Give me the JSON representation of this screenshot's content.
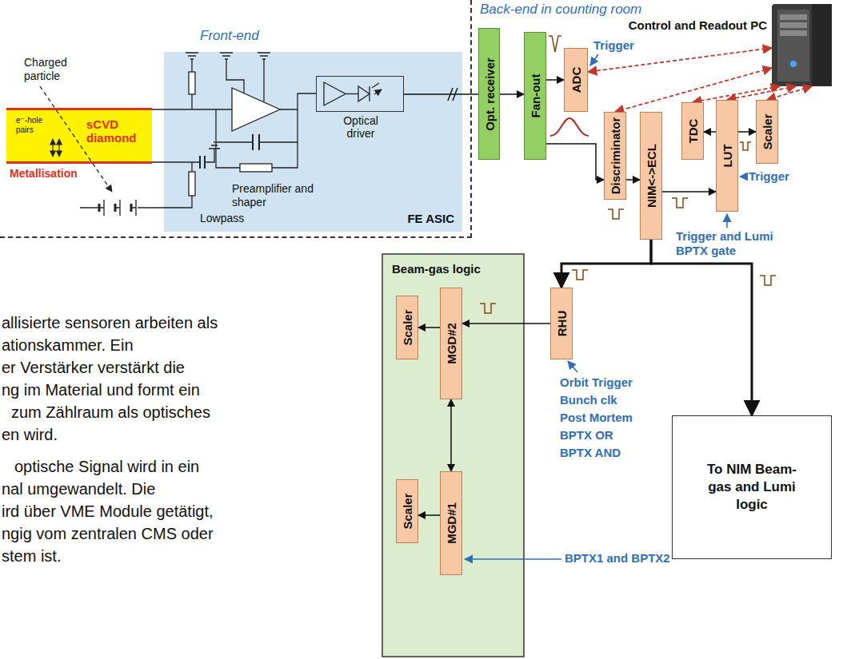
{
  "diagram": {
    "nodes": [
      {
        "text": [
          "Front-end"
        ]
      },
      {
        "text": [
          "e⁻-hole pairs",
          "sCVD diamond",
          "Metallisation"
        ],
        "in": 0
      },
      {
        "text": [
          "FE ASIC"
        ],
        "in": 0
      },
      {
        "text": [
          "Optical driver"
        ],
        "in": 2
      },
      {
        "text": [
          "Opt. receiver"
        ]
      },
      {
        "text": [
          "Fan-out"
        ]
      },
      {
        "text": [
          "ADC"
        ]
      },
      {
        "text": [
          "Discriminator"
        ]
      },
      {
        "text": [
          "NIM<->ECL"
        ]
      },
      {
        "text": [
          "TDC"
        ]
      },
      {
        "text": [
          "LUT"
        ]
      },
      {
        "text": [
          "Scaler"
        ]
      },
      {
        "text": [
          "Control and Readout PC"
        ]
      },
      {
        "text": [
          "Beam-gas logic"
        ]
      },
      {
        "text": [
          "Scaler"
        ],
        "in": 13
      },
      {
        "text": [
          "MGD#2"
        ],
        "in": 13
      },
      {
        "text": [
          "Scaler"
        ],
        "in": 13
      },
      {
        "text": [
          "MGD#1"
        ],
        "in": 13
      },
      {
        "text": [
          "RHU"
        ]
      },
      {
        "text": [
          "To NIM Beam-gas and Lumi logic"
        ]
      }
    ],
    "edges": [
      {
        "from": 3,
        "to": 4,
        "arrow": "none"
      },
      {
        "from": 4,
        "to": 5,
        "arrow": "to"
      },
      {
        "from": 5,
        "to": 6,
        "arrow": "to"
      },
      {
        "from": 5,
        "to": 7,
        "arrow": "to"
      },
      {
        "from": 7,
        "to": 8,
        "arrow": "to"
      },
      {
        "from": 8,
        "to": 10,
        "arrow": "to"
      },
      {
        "from": 10,
        "to": 9,
        "arrow": "to"
      },
      {
        "from": 10,
        "to": 11,
        "arrow": "to"
      },
      {
        "from": 12,
        "to": 6,
        "arrow": "both"
      },
      {
        "from": 12,
        "to": 7,
        "arrow": "both"
      },
      {
        "from": 12,
        "to": 9,
        "arrow": "both"
      },
      {
        "from": 12,
        "to": 10,
        "arrow": "both"
      },
      {
        "from": 12,
        "to": 11,
        "arrow": "both"
      },
      {
        "from": 8,
        "to": 18,
        "arrow": "to"
      },
      {
        "from": 8,
        "to": 19,
        "arrow": "to"
      },
      {
        "from": 18,
        "to": 15,
        "arrow": "to"
      },
      {
        "from": 15,
        "to": 14,
        "arrow": "to"
      },
      {
        "from": 15,
        "to": 17,
        "arrow": "both"
      },
      {
        "from": 17,
        "to": 16,
        "arrow": "to"
      }
    ],
    "labels": [
      "Back-end in counting room",
      "Charged particle",
      "Preamplifier and shaper",
      "Lowpass",
      "Trigger",
      "Trigger",
      "Trigger and Lumi BPTX gate",
      "Orbit Trigger",
      "Bunch clk",
      "Post Mortem",
      "BPTX OR",
      "BPTX AND",
      "BPTX1 and BPTX2",
      "allisierte sensoren arbeiten als",
      "ationskammer. Ein",
      "er Verstärker verstärkt die",
      "ng im Material und formt ein",
      "zum Zählraum als optisches",
      "en wird.",
      "optische Signal wird in ein",
      "nal umgewandelt. Die",
      "ird über VME Module getätigt,",
      "ngig vom zentralen CMS oder",
      "stem ist."
    ]
  }
}
